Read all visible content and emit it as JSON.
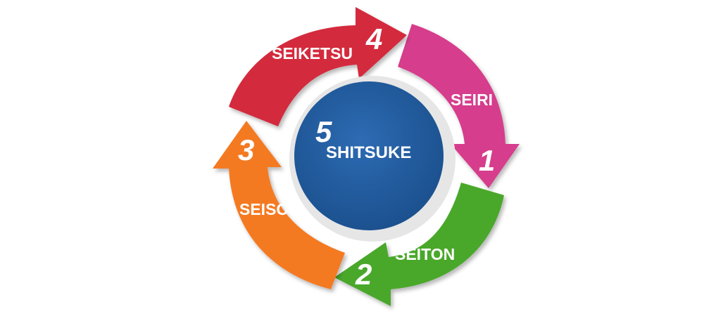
{
  "center": {
    "number": "5",
    "label": "SHITSUKE",
    "color": "#1f5a9c"
  },
  "steps": [
    {
      "number": "1",
      "label": "SEIRI",
      "color": "#d63d8c"
    },
    {
      "number": "2",
      "label": "SEITON",
      "color": "#4aa82a"
    },
    {
      "number": "3",
      "label": "SEISO",
      "color": "#f47a22"
    },
    {
      "number": "4",
      "label": "SEIKETSU",
      "color": "#d42a3c"
    }
  ]
}
